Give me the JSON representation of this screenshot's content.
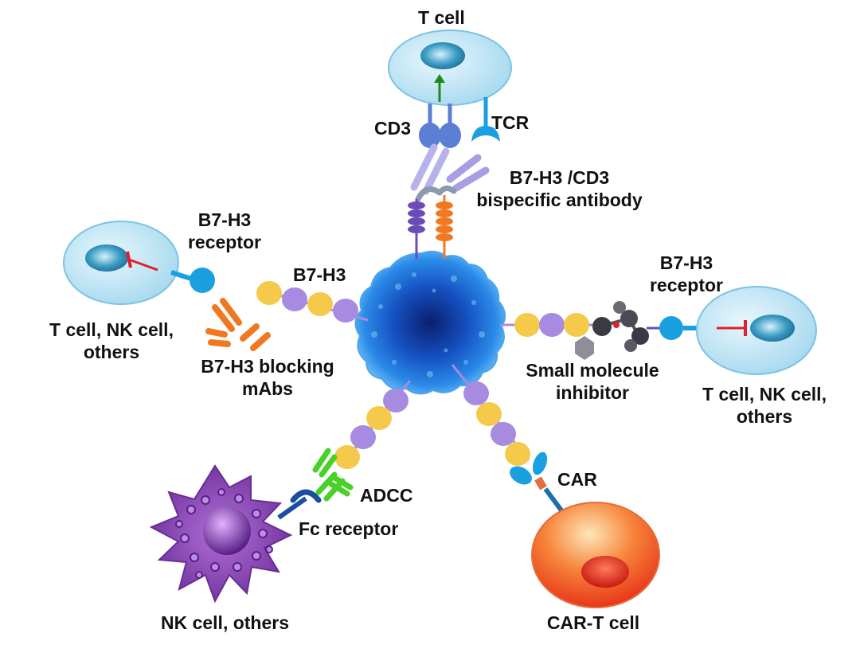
{
  "labels": {
    "t_cell_top": "T cell",
    "cd3": "CD3",
    "tcr": "TCR",
    "bispecific_line1": "B7-H3 /CD3",
    "bispecific_line2": "bispecific antibody",
    "b7h3_receptor_left_line1": "B7-H3",
    "b7h3_receptor_left_line2": "receptor",
    "b7h3": "B7-H3",
    "t_cell_left_line1": "T cell, NK cell,",
    "t_cell_left_line2": "others",
    "blocking_line1": "B7-H3 blocking",
    "blocking_line2": "mAbs",
    "b7h3_receptor_right_line1": "B7-H3",
    "b7h3_receptor_right_line2": "receptor",
    "small_molecule_line1": "Small molecule",
    "small_molecule_line2": "inhibitor",
    "t_cell_right_line1": "T cell, NK cell,",
    "t_cell_right_line2": "others",
    "adcc": "ADCC",
    "fc_receptor": "Fc receptor",
    "car": "CAR",
    "nk_cell": "NK cell, others",
    "car_t_cell": "CAR-T cell"
  },
  "colors": {
    "tumor": "#1a6fd6",
    "tumor_core": "#0a2a7a",
    "immune_cell": "#bfe6f5",
    "nucleus": "#3a9cc4",
    "b7h3_yellow": "#f5c94a",
    "b7h3_purple": "#a78be0",
    "receptor_blue": "#1aa0e0",
    "inhibit_red": "#e0202a",
    "antibody_orange": "#f07820",
    "antibody_green": "#49d12a",
    "nk_purple": "#8a3fb0",
    "car_t_red": "#f2541b",
    "cd3_blue": "#5b7fd4"
  }
}
